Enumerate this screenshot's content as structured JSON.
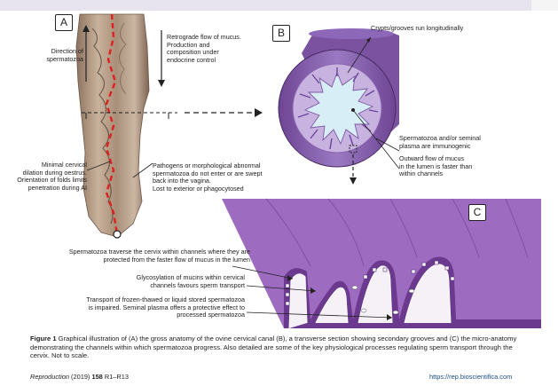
{
  "panels": {
    "a_letter": "A",
    "b_letter": "B",
    "c_letter": "C"
  },
  "panel_a": {
    "direction_label": "Direction of\nspermatozoa",
    "retrograde_label": "Retrograde flow of mucus.\nProduction and\ncomposition under\nendocrine control",
    "dilation_label": "Minimal cervical\ndilation during oestrus.\nOrientation of folds limits\npenetration during AI",
    "pathogens_label": "Pathogens or morphological abnormal\nspermatozoa do not enter or are swept\nback into the vagina.\nLost to exterior or phagocytosed"
  },
  "panel_b": {
    "crypts_label": "Crypts/grooves run longitudinally",
    "immuno_label": "Spermatozoa and/or seminal\nplasma are immunogenic",
    "outward_label": "Outward flow of mucus\nin the lumen is faster than\nwithin channels"
  },
  "panel_c": {
    "traverse_label": "Spermatozoa traverse the cervix within channels where they are\nprotected from the faster flow of mucus in the lumen",
    "glyco_label": "Glycosylation of mucins within cervical\nchannels favours sperm transport",
    "transport_label": "Transport of frozen-thawed or liquid stored spermatozoa\nis impaired. Seminal plasma offers a protective effect to\nprocessed spermatozoa"
  },
  "caption": {
    "label": "Figure 1",
    "text": " Graphical illustration of (A) the gross anatomy of the ovine cervical canal (B), a transverse section showing secondary grooves and (C) the micro-anatomy demonstrating the channels within which spermatozoa progress. Also detailed are some of the key physiological processes regulating sperm transport through the cervix. Not to scale."
  },
  "footer": {
    "journal": "Reproduction",
    "citation": " (2019) ",
    "volume": "158",
    "pages": " R1–R13",
    "url": "https://rep.bioscientifica.com"
  },
  "colors": {
    "purple_dark": "#5b2d7a",
    "purple_mid": "#8a5fb0",
    "purple_light": "#b59ad4",
    "lumen": "#d7eef7",
    "tissue": "#b9a08a",
    "red_dash": "#e0201e"
  }
}
